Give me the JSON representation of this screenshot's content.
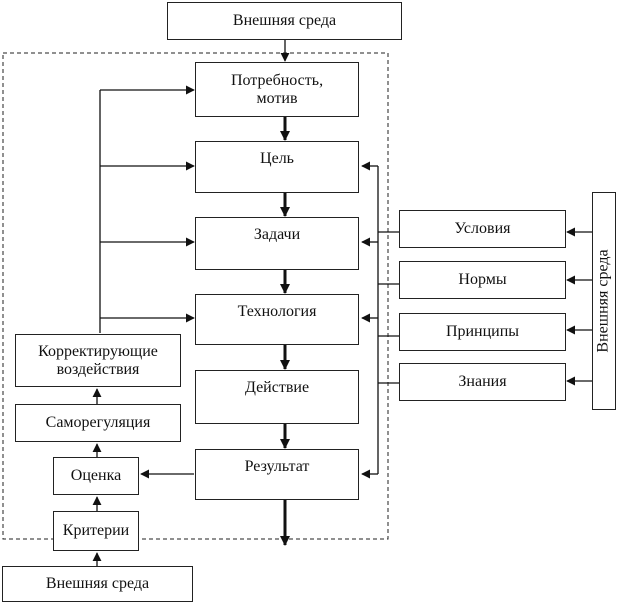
{
  "nodes": {
    "env_top": "Внешняя среда",
    "need": "Потребность,\nмотив",
    "goal": "Цель",
    "tasks": "Задачи",
    "technology": "Технология",
    "action": "Действие",
    "result": "Результат",
    "corrective": "Корректирующие\nвоздействия",
    "self_regulation": "Саморегуляция",
    "evaluation": "Оценка",
    "criteria": "Критерии",
    "env_bottom": "Внешняя среда",
    "conditions": "Условия",
    "norms": "Нормы",
    "principles": "Принципы",
    "knowledge": "Знания",
    "env_right": "Внешняя среда"
  }
}
